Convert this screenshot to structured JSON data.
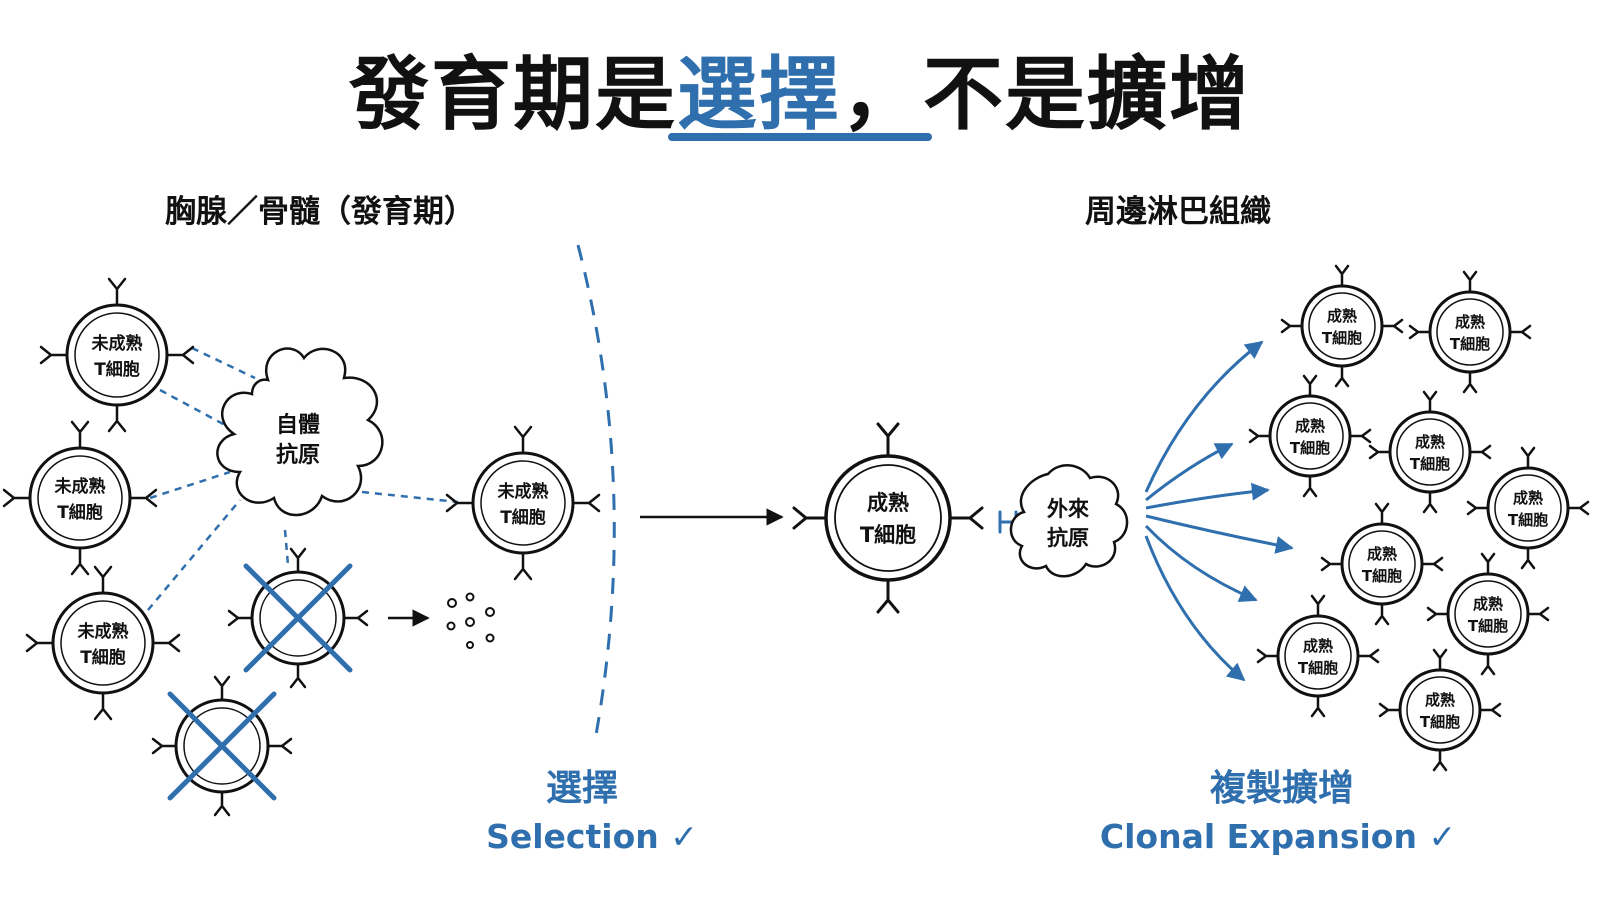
{
  "title": {
    "part1": "發育期是",
    "highlight": "選擇",
    "part2": "，不是擴增"
  },
  "regions": {
    "left": "胸腺／骨髓（發育期）",
    "right": "周邊淋巴組織"
  },
  "cells": {
    "immature_line1": "未成熟",
    "immature_line2": "T細胞",
    "mature_line1": "成熟",
    "mature_line2": "T細胞"
  },
  "antigens": {
    "self_line1": "自體",
    "self_line2": "抗原",
    "foreign_line1": "外來",
    "foreign_line2": "抗原"
  },
  "labels": {
    "selection_zh": "選擇",
    "selection_en": "Selection ✓",
    "expansion_zh": "複製擴增",
    "expansion_en": "Clonal Expansion ✓"
  },
  "colors": {
    "accent": "#2f6fae",
    "ink": "#111111"
  }
}
